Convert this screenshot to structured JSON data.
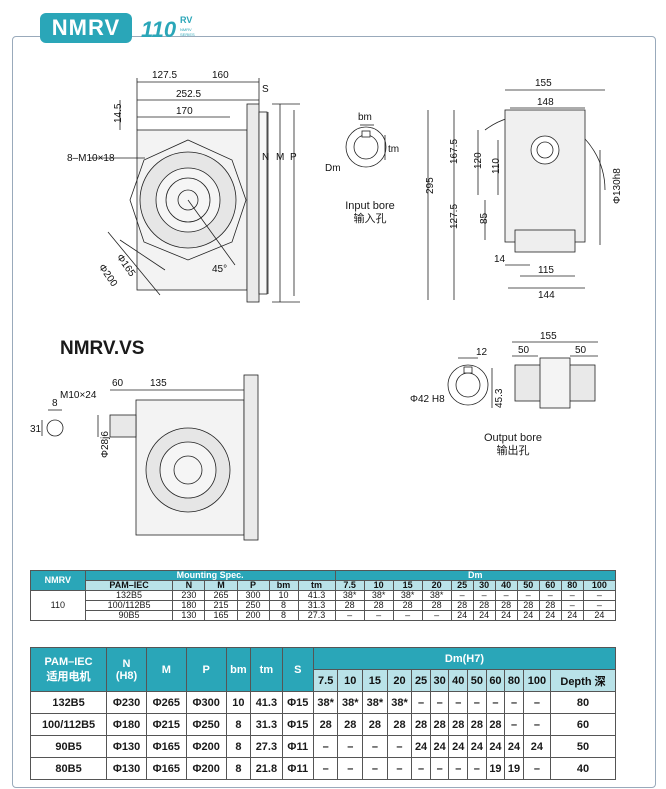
{
  "header": {
    "title": "NMRV",
    "logo_num": "110",
    "logo_rv": "RV",
    "logo_sub": "NMRV SERIES"
  },
  "vs_title": "NMRV.VS",
  "main_dims": {
    "d127": "127.5",
    "d160": "160",
    "d2525": "252.5",
    "d170": "170",
    "s": "S",
    "d145": "14.5",
    "bolt": "8–M10×18",
    "n": "N",
    "m": "M",
    "p": "P",
    "phi165": "Φ165",
    "phi200": "Φ200",
    "deg45": "45°"
  },
  "input_bore": {
    "bm": "bm",
    "tm": "tm",
    "dm": "Dm",
    "label_en": "Input bore",
    "label_cn": "输入孔"
  },
  "side_dims": {
    "d155": "155",
    "d148": "148",
    "d295": "295",
    "d1675": "167.5",
    "d1275": "127.5",
    "d120": "120",
    "d110": "110",
    "d85": "85",
    "phi130": "Φ130h8",
    "d14": "14",
    "d115": "115",
    "d144": "144"
  },
  "vs_dims": {
    "m10": "M10×24",
    "d60": "60",
    "d135": "135",
    "d8": "8",
    "d31": "31",
    "phi28": "Φ28j6"
  },
  "output_bore": {
    "d12": "12",
    "phi42": "Φ42 H8",
    "d453": "45.3",
    "d155": "155",
    "d50a": "50",
    "d50b": "50",
    "label_en": "Output bore",
    "label_cn": "输出孔"
  },
  "table1": {
    "h_nmrv": "NMRV",
    "h_mount": "Mounting Spec.",
    "h_dm": "Dm",
    "sub": [
      "PAM–IEC",
      "N",
      "M",
      "P",
      "bm",
      "tm"
    ],
    "dm_cols": [
      "7.5",
      "10",
      "15",
      "20",
      "25",
      "30",
      "40",
      "50",
      "60",
      "80",
      "100"
    ],
    "model": "110",
    "rows": [
      {
        "c": [
          "132B5",
          "230",
          "265",
          "300",
          "10",
          "41.3"
        ],
        "dm": [
          "38*",
          "38*",
          "38*",
          "38*",
          "–",
          "–",
          "–",
          "–",
          "–",
          "–",
          "–"
        ]
      },
      {
        "c": [
          "100/112B5",
          "180",
          "215",
          "250",
          "8",
          "31.3"
        ],
        "dm": [
          "28",
          "28",
          "28",
          "28",
          "28",
          "28",
          "28",
          "28",
          "28",
          "–",
          "–"
        ]
      },
      {
        "c": [
          "90B5",
          "130",
          "165",
          "200",
          "8",
          "27.3"
        ],
        "dm": [
          "–",
          "–",
          "–",
          "–",
          "24",
          "24",
          "24",
          "24",
          "24",
          "24",
          "24"
        ]
      }
    ]
  },
  "table2": {
    "h_pam": "PAM–IEC",
    "h_pam2": "适用电机",
    "h_n": "N",
    "h_n2": "(H8)",
    "h_m": "M",
    "h_p": "P",
    "h_bm": "bm",
    "h_tm": "tm",
    "h_s": "S",
    "h_dm": "Dm(H7)",
    "dm_cols": [
      "7.5",
      "10",
      "15",
      "20",
      "25",
      "30",
      "40",
      "50",
      "60",
      "80",
      "100",
      "Depth 深"
    ],
    "rows": [
      {
        "c": [
          "132B5",
          "Φ230",
          "Φ265",
          "Φ300",
          "10",
          "41.3",
          "Φ15"
        ],
        "dm": [
          "38*",
          "38*",
          "38*",
          "38*",
          "–",
          "–",
          "–",
          "–",
          "–",
          "–",
          "–",
          "80"
        ]
      },
      {
        "c": [
          "100/112B5",
          "Φ180",
          "Φ215",
          "Φ250",
          "8",
          "31.3",
          "Φ15"
        ],
        "dm": [
          "28",
          "28",
          "28",
          "28",
          "28",
          "28",
          "28",
          "28",
          "28",
          "–",
          "–",
          "60"
        ]
      },
      {
        "c": [
          "90B5",
          "Φ130",
          "Φ165",
          "Φ200",
          "8",
          "27.3",
          "Φ11"
        ],
        "dm": [
          "–",
          "–",
          "–",
          "–",
          "24",
          "24",
          "24",
          "24",
          "24",
          "24",
          "24",
          "50"
        ]
      },
      {
        "c": [
          "80B5",
          "Φ130",
          "Φ165",
          "Φ200",
          "8",
          "21.8",
          "Φ11"
        ],
        "dm": [
          "–",
          "–",
          "–",
          "–",
          "–",
          "–",
          "–",
          "–",
          "19",
          "19",
          "–",
          "40"
        ]
      }
    ]
  }
}
